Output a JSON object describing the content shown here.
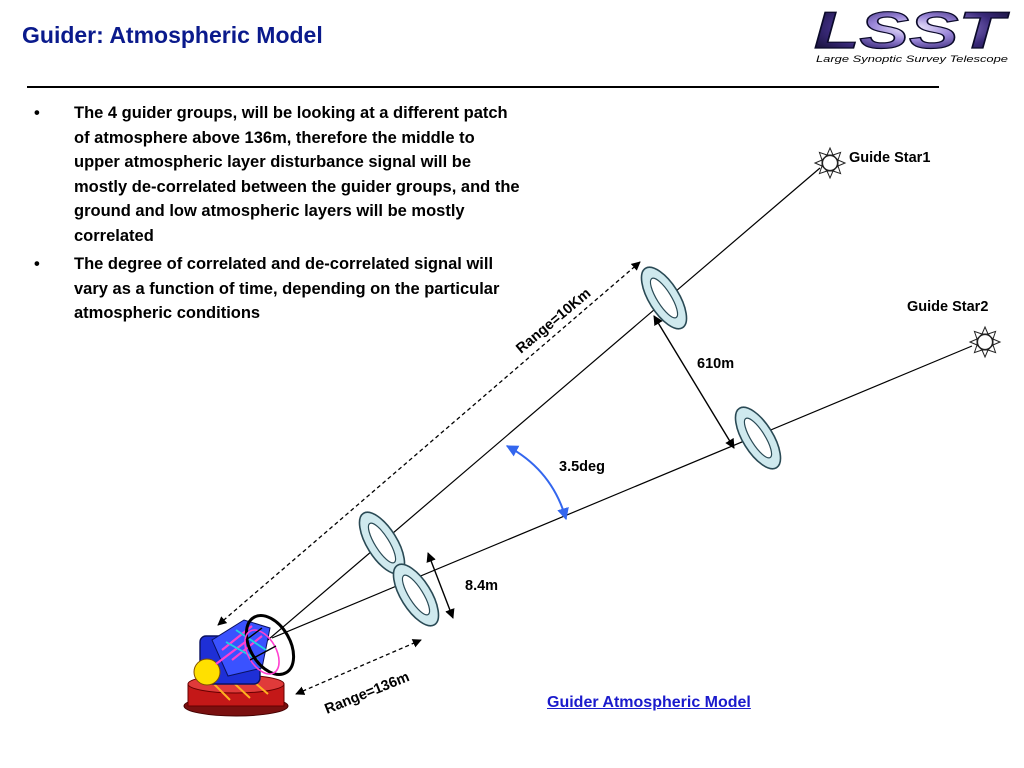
{
  "slide": {
    "title": "Guider:  Atmospheric Model",
    "logo": {
      "text": "LSST",
      "subtitle": "Large Synoptic Survey Telescope"
    },
    "bullets": [
      {
        "marker": "•",
        "text": "The 4 guider groups, will be looking at a different patch of atmosphere above 136m, therefore the middle to upper atmospheric layer disturbance signal will be mostly de-correlated between the guider groups, and the ground and low atmospheric layers will be mostly correlated"
      },
      {
        "marker": "•",
        "text": "The degree of correlated and de-correlated signal will vary as a function of time, depending on the particular atmospheric conditions"
      }
    ],
    "caption": "Guider Atmospheric Model"
  },
  "diagram": {
    "stars": [
      {
        "label": "Guide Star1",
        "icon": "sun-star-icon"
      },
      {
        "label": "Guide Star2",
        "icon": "sun-star-icon"
      }
    ],
    "labels": {
      "range_high": "Range=10Km",
      "range_low": "Range=136m",
      "separation_high": "610m",
      "separation_low": "8.4m",
      "angle": "3.5deg"
    },
    "colors": {
      "angle_arc": "#3366ee",
      "ring_fill": "#cfe9ee",
      "ring_stroke": "#2a4a55",
      "title": "#0a1a8c",
      "caption": "#1a1acc"
    },
    "telescope": {
      "icon": "telescope-icon"
    }
  }
}
